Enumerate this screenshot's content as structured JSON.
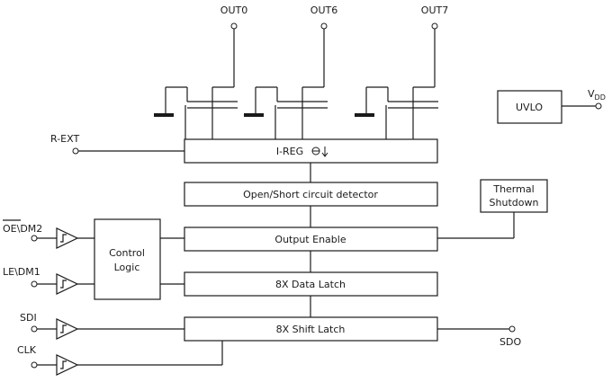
{
  "outputs": {
    "out0": "OUT0",
    "out6": "OUT6",
    "out7": "OUT7"
  },
  "blocks": {
    "ireg": "I-REG",
    "open_short": "Open/Short circuit detector",
    "output_enable": "Output Enable",
    "data_latch": "8X Data Latch",
    "shift_latch": "8X Shift Latch",
    "control_logic_line1": "Control",
    "control_logic_line2": "Logic",
    "thermal_line1": "Thermal",
    "thermal_line2": "Shutdown",
    "uvlo": "UVLO"
  },
  "pins": {
    "rext": "R-EXT",
    "oe": "OE",
    "dm2": "\\DM2",
    "le": "LE",
    "dm1": "\\DM1",
    "sdi": "SDI",
    "clk": "CLK",
    "sdo": "SDO",
    "vdd_main": "V",
    "vdd_sub": "DD"
  }
}
